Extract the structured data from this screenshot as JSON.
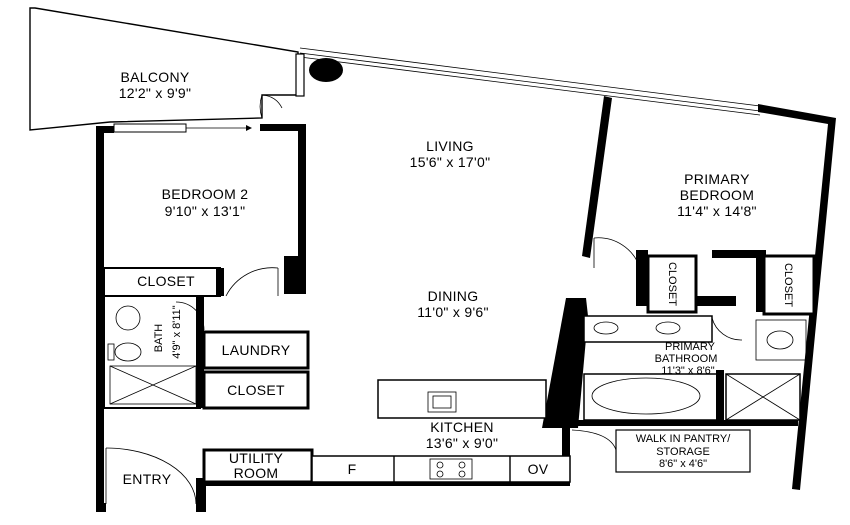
{
  "rooms": {
    "balcony": {
      "name": "BALCONY",
      "dims": "12'2\" x 9'9\""
    },
    "living": {
      "name": "LIVING",
      "dims": "15'6\" x 17'0\""
    },
    "primary_bedroom": {
      "name_line1": "PRIMARY",
      "name_line2": "BEDROOM",
      "dims": "11'4\" x 14'8\""
    },
    "bedroom2": {
      "name": "BEDROOM 2",
      "dims": "9'10\" x 13'1\""
    },
    "dining": {
      "name": "DINING",
      "dims": "11'0\" x 9'6\""
    },
    "kitchen": {
      "name": "KITCHEN",
      "dims": "13'6\" x 9'0\""
    },
    "primary_bathroom": {
      "name_line1": "PRIMARY",
      "name_line2": "BATHROOM",
      "dims": "11'3\" x 8'6\""
    },
    "pantry": {
      "name": "WALK IN PANTRY/",
      "name_line2": "STORAGE",
      "dims": "8'6\" x 4'6\""
    },
    "bath": {
      "name": "BATH",
      "dims": "4'9\" x 8'11\""
    },
    "laundry": {
      "name": "LAUNDRY"
    },
    "closet_hall": {
      "name": "CLOSET"
    },
    "closet_bed2": {
      "name": "CLOSET"
    },
    "closet_primary_1": {
      "name": "CLOSET"
    },
    "closet_primary_2": {
      "name": "CLOSET"
    },
    "utility": {
      "name_line1": "UTILITY",
      "name_line2": "ROOM"
    },
    "entry": {
      "name": "ENTRY"
    }
  },
  "appliances": {
    "fridge": "F",
    "oven": "OV"
  }
}
